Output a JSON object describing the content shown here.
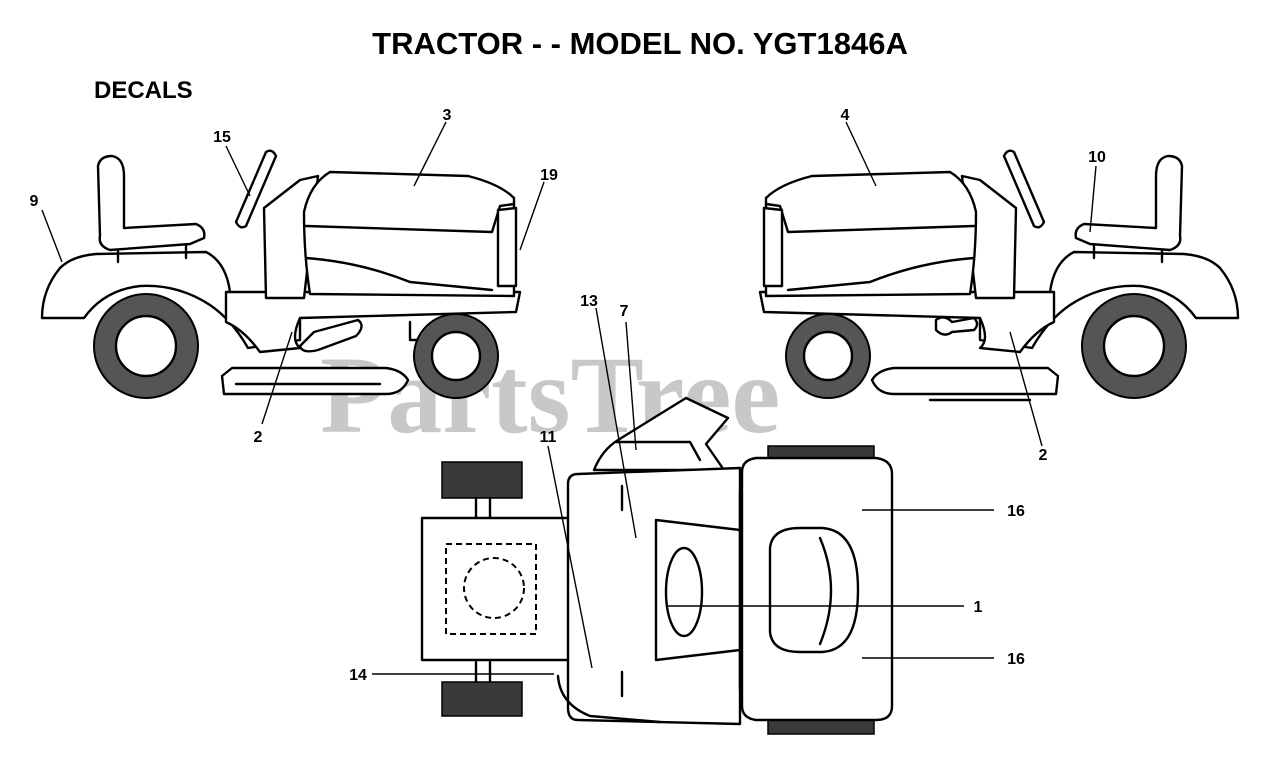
{
  "diagram": {
    "title": "TRACTOR - - MODEL NO. YGT1846A",
    "section_label": "DECALS",
    "watermark": "PartsTree",
    "callouts": {
      "c1": "1",
      "c2_left": "2",
      "c2_right": "2",
      "c3": "3",
      "c4": "4",
      "c7": "7",
      "c9": "9",
      "c10": "10",
      "c11": "11",
      "c13": "13",
      "c14": "14",
      "c15": "15",
      "c16_top": "16",
      "c16_bottom": "16",
      "c19": "19"
    }
  }
}
